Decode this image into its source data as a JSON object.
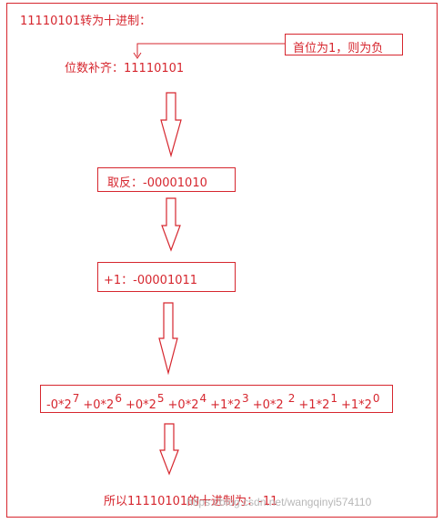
{
  "title": "11110101转为十进制：",
  "note": "首位为1，则为负",
  "step1": "位数补齐：11110101",
  "step2": "取反：-00001010",
  "step3": "+1：-00001011",
  "formula_terms": [
    {
      "base": "-0*2",
      "exp": "7"
    },
    {
      "base": "+0*2",
      "exp": "6"
    },
    {
      "base": "+0*2",
      "exp": "5"
    },
    {
      "base": "+0*2",
      "exp": "4"
    },
    {
      "base": "+1*2",
      "exp": "3"
    },
    {
      "base": "+0*2 ",
      "exp": "2"
    },
    {
      "base": "+1*2",
      "exp": "1"
    },
    {
      "base": "+1*2",
      "exp": "0"
    }
  ],
  "result": "所以11110101的十进制为：-11",
  "watermark": "https://blog.csdn.net/wangqinyi574110",
  "colors": {
    "accent": "#d6262e",
    "watermark": "#b8b8b8"
  }
}
